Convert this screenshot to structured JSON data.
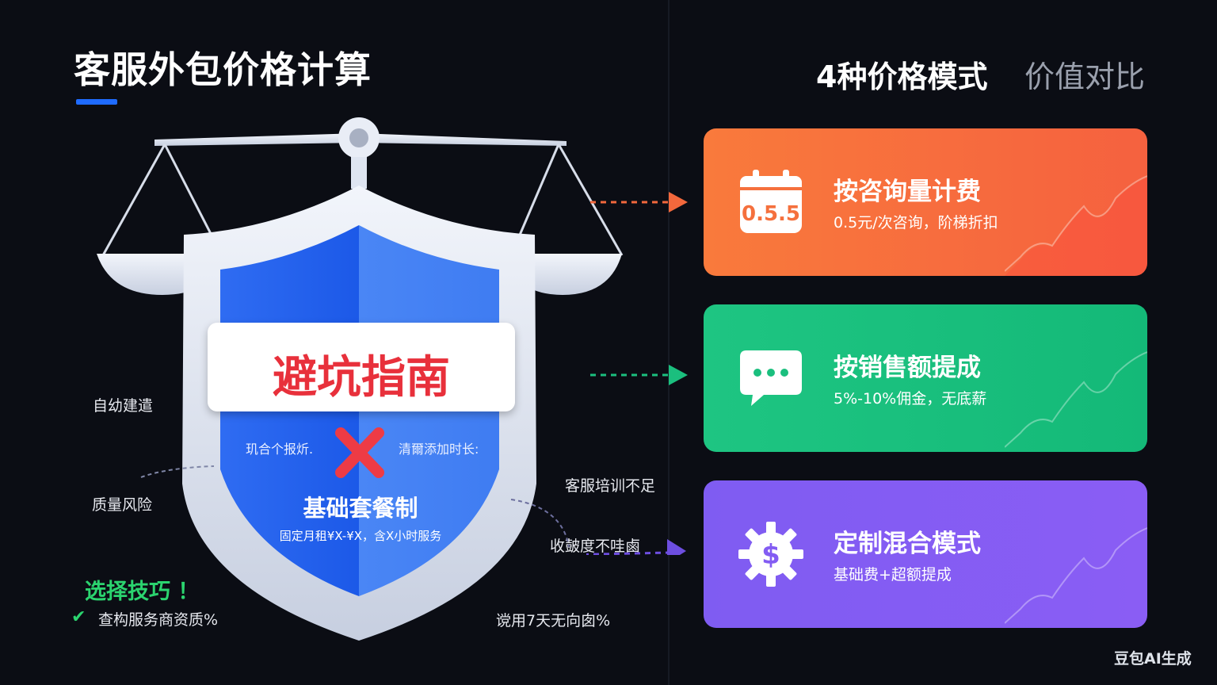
{
  "left": {
    "title": "客服外包价格计算",
    "banner": "避坑指南",
    "shield_left_note": "玑合个报炘.",
    "shield_right_note": "清爾添加时长:",
    "basic_plan_title": "基础套餐制",
    "basic_plan_desc": "固定月租¥X-¥X，含X小时服务",
    "side_labels": {
      "self_build": "自幼建遣",
      "quality_risk": "质量风险",
      "training": "客服培训不足",
      "satisfaction": "收皷度不哇鹵",
      "trial": "谠用7天无向囱%"
    },
    "tips_title": "选择技巧 ！",
    "tips_item": "查构服务商资质%"
  },
  "right": {
    "title_main": "4种价格模式",
    "title_sub": "价值对比",
    "cards": [
      {
        "title": "按咨询量计费",
        "subtitle": "0.5元/次咨询，阶梯折扣",
        "icon": "calendar-icon",
        "icon_text": "0.5.5",
        "color": "#f5703d"
      },
      {
        "title": "按销售额提成",
        "subtitle": "5%-10%佣金，无底薪",
        "icon": "chat-bubble-icon",
        "color": "#1bbf7e"
      },
      {
        "title": "定制混合模式",
        "subtitle": "基础费+超额提成",
        "icon": "gear-dollar-icon",
        "icon_text": "$",
        "color": "#835cf3"
      }
    ]
  },
  "watermark": "豆包AI生成"
}
